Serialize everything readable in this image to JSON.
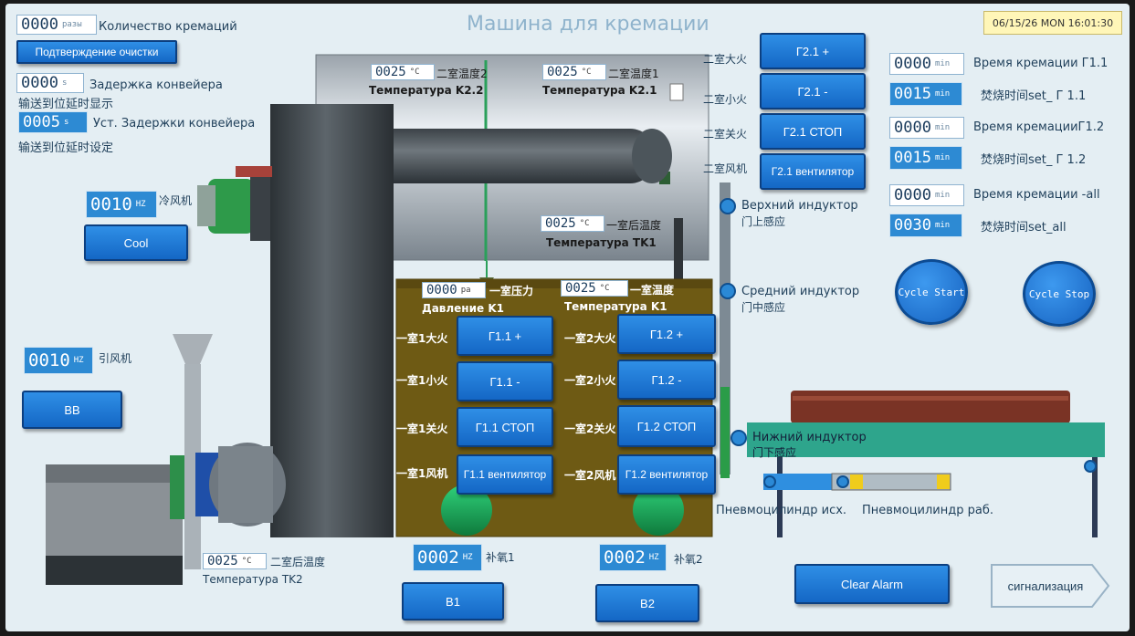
{
  "title": "Машина для кремации",
  "datetime": "06/15/26 MON 16:01:30",
  "cremation_count": {
    "value": "0000",
    "unit": "разы",
    "label": "Количество кремаций"
  },
  "confirm_clear_button": "Подтверждение очистки",
  "conveyor_delay_display": {
    "value": "0000",
    "unit": "s",
    "label_ru": "Задержка конвейера",
    "label_cn": "输送到位延时显示"
  },
  "conveyor_delay_set": {
    "value": "0005",
    "unit": "s",
    "label_ru": "Уст. Задержки конвейера",
    "label_cn": "输送到位延时设定"
  },
  "cold_fan": {
    "value": "0010",
    "unit": "HZ",
    "label": "冷风机",
    "button": "Cool"
  },
  "induced_fan": {
    "value": "0010",
    "unit": "HZ",
    "label": "引风机",
    "button": "BB"
  },
  "k2_2": {
    "value": "0025",
    "unit": "°C",
    "label_cn": "二室温度2",
    "label_ru": "Температура K2.2"
  },
  "k2_1": {
    "value": "0025",
    "unit": "°C",
    "label_cn": "二室温度1",
    "label_ru": "Температура K2.1"
  },
  "tk1": {
    "value": "0025",
    "unit": "°C",
    "label_cn": "一室后温度",
    "label_ru": "Температура TK1"
  },
  "tk2": {
    "value": "0025",
    "unit": "°C",
    "label_cn": "二室后温度",
    "label_ru": "Температура TK2"
  },
  "k1_pressure": {
    "value": "0000",
    "unit": "pa",
    "label_cn": "一室压力",
    "label_ru": "Давление K1"
  },
  "k1_temp": {
    "value": "0025",
    "unit": "°C",
    "label_cn": "一室温度",
    "label_ru": "Температура K1"
  },
  "chamber2_controls": {
    "labels": [
      "二室大火",
      "二室小火",
      "二室关火",
      "二室风机"
    ],
    "buttons": [
      "Г2.1 +",
      "Г2.1 -",
      "Г2.1 СТОП",
      "Г2.1 вентилятор"
    ]
  },
  "chamber1_left": {
    "labels": [
      "一室1大火",
      "一室1小火",
      "一室1关火",
      "一室1风机"
    ],
    "buttons": [
      "Г1.1 +",
      "Г1.1 -",
      "Г1.1 СТОП",
      "Г1.1 вентилятор"
    ]
  },
  "chamber1_right": {
    "labels": [
      "一室2大火",
      "一室2小火",
      "一室2关火",
      "一室2风机"
    ],
    "buttons": [
      "Г1.2 +",
      "Г1.2 -",
      "Г1.2 СТОП",
      "Г1.2 вентилятор"
    ]
  },
  "timers": [
    {
      "value": "0000",
      "unit": "min",
      "label": "Время кремации Г1.1"
    },
    {
      "value": "0015",
      "unit": "min",
      "label": "焚烧时间set_ Г 1.1"
    },
    {
      "value": "0000",
      "unit": "min",
      "label": "Время кремацииГ1.2"
    },
    {
      "value": "0015",
      "unit": "min",
      "label": "焚烧时间set_ Г 1.2"
    },
    {
      "value": "0000",
      "unit": "min",
      "label": "Время кремации -all"
    },
    {
      "value": "0030",
      "unit": "min",
      "label": "焚烧时间set_all"
    }
  ],
  "cycle_start": "Cycle Start",
  "cycle_stop": "Cycle Stop",
  "sensors": {
    "upper": {
      "ru": "Верхний индуктор",
      "cn": "门上感应"
    },
    "middle": {
      "ru": "Средний индуктор",
      "cn": "门中感应"
    },
    "lower": {
      "ru": "Нижний индуктор",
      "cn": "门下感应"
    }
  },
  "cylinder_origin": "Пневмоцилиндр исх.",
  "cylinder_work": "Пневмоцилиндр раб.",
  "supply1": {
    "value": "0002",
    "unit": "HZ",
    "label": "补氧1",
    "button": "B1"
  },
  "supply2": {
    "value": "0002",
    "unit": "HZ",
    "label": "补氧2",
    "button": "B2"
  },
  "clear_alarm": "Clear Alarm",
  "alarm_nav": "сигнализация"
}
